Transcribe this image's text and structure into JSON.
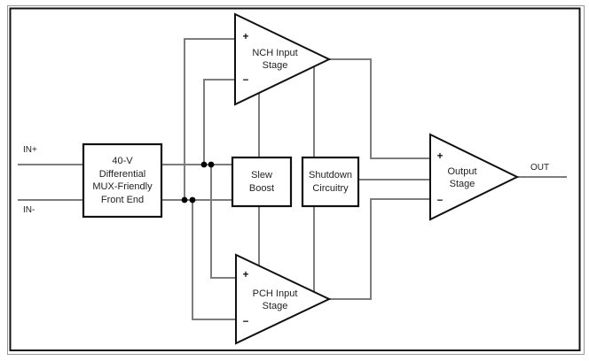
{
  "diagram": {
    "title_semantics": "op-amp functional block diagram",
    "terminals": {
      "in_plus": "IN+",
      "in_minus": "IN-",
      "out": "OUT"
    },
    "blocks": {
      "front_end": {
        "lines": [
          "40-V",
          "Differential",
          "MUX-Friendly",
          "Front End"
        ]
      },
      "slew_boost": {
        "lines": [
          "Slew",
          "Boost"
        ]
      },
      "shutdown": {
        "lines": [
          "Shutdown",
          "Circuitry"
        ]
      },
      "nch_stage": {
        "lines": [
          "NCH Input",
          "Stage"
        ]
      },
      "pch_stage": {
        "lines": [
          "PCH Input",
          "Stage"
        ]
      },
      "output_stage": {
        "lines": [
          "Output",
          "Stage"
        ]
      }
    },
    "symbols": {
      "plus": "+",
      "minus": "−"
    },
    "colors": {
      "background": "#ffffff",
      "wire": "#7d7d7d",
      "shape_stroke": "#111111",
      "junction_dot": "#000000",
      "outer_frame": "#999999",
      "text": "#1f1f1f"
    }
  }
}
